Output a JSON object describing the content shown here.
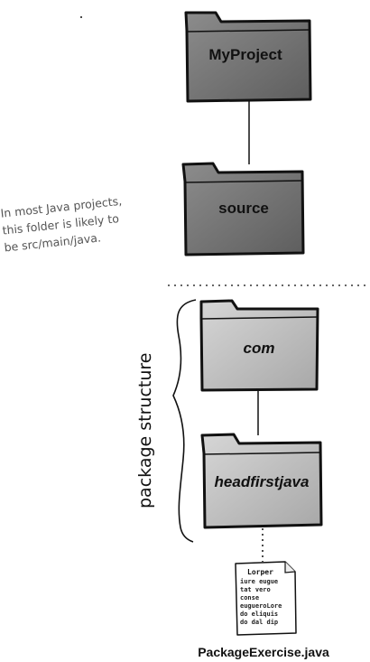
{
  "folders": [
    {
      "name": "MyProject",
      "shade": "dark"
    },
    {
      "name": "source",
      "shade": "dark"
    },
    {
      "name": "com",
      "shade": "light"
    },
    {
      "name": "headfirstjava",
      "shade": "light"
    }
  ],
  "annotation": {
    "lines": [
      "In most Java projects,",
      "this folder is likely to",
      "be src/main/java."
    ]
  },
  "package_label": "package structure",
  "file": {
    "doc_lines": [
      "Lorper",
      "iure eugue",
      "tat vero",
      "conse",
      "euguerоLore",
      "do eliquis",
      "do dal dip"
    ],
    "caption": "PackageExercise.java"
  },
  "colors": {
    "dark_folder": "#7a7a7a",
    "light_folder": "#c4c4c4",
    "outline": "#111111",
    "annotation": "#555555"
  }
}
